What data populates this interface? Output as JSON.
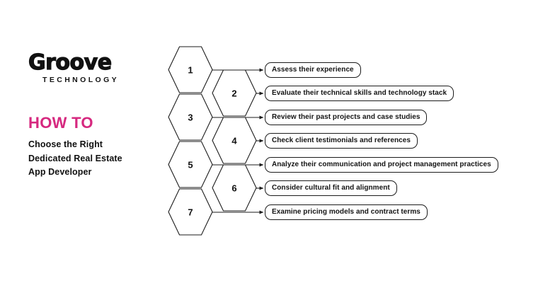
{
  "brand": {
    "logo_word": "Groove",
    "logo_sub": "TECHNOLOGY",
    "accent_color": "#d6287f",
    "ink_color": "#111111"
  },
  "heading": {
    "eyebrow": "HOW TO",
    "title_line1": "Choose the Right",
    "title_line2": "Dedicated Real Estate",
    "title_line3": "App Developer"
  },
  "steps": [
    {
      "number": "1",
      "label": "Assess their experience"
    },
    {
      "number": "2",
      "label": "Evaluate their technical skills and technology stack"
    },
    {
      "number": "3",
      "label": "Review their past projects and case studies"
    },
    {
      "number": "4",
      "label": "Check client testimonials and references"
    },
    {
      "number": "5",
      "label": "Analyze their communication and project management practices"
    },
    {
      "number": "6",
      "label": "Consider cultural fit and alignment"
    },
    {
      "number": "7",
      "label": "Examine pricing models and contract terms"
    }
  ]
}
